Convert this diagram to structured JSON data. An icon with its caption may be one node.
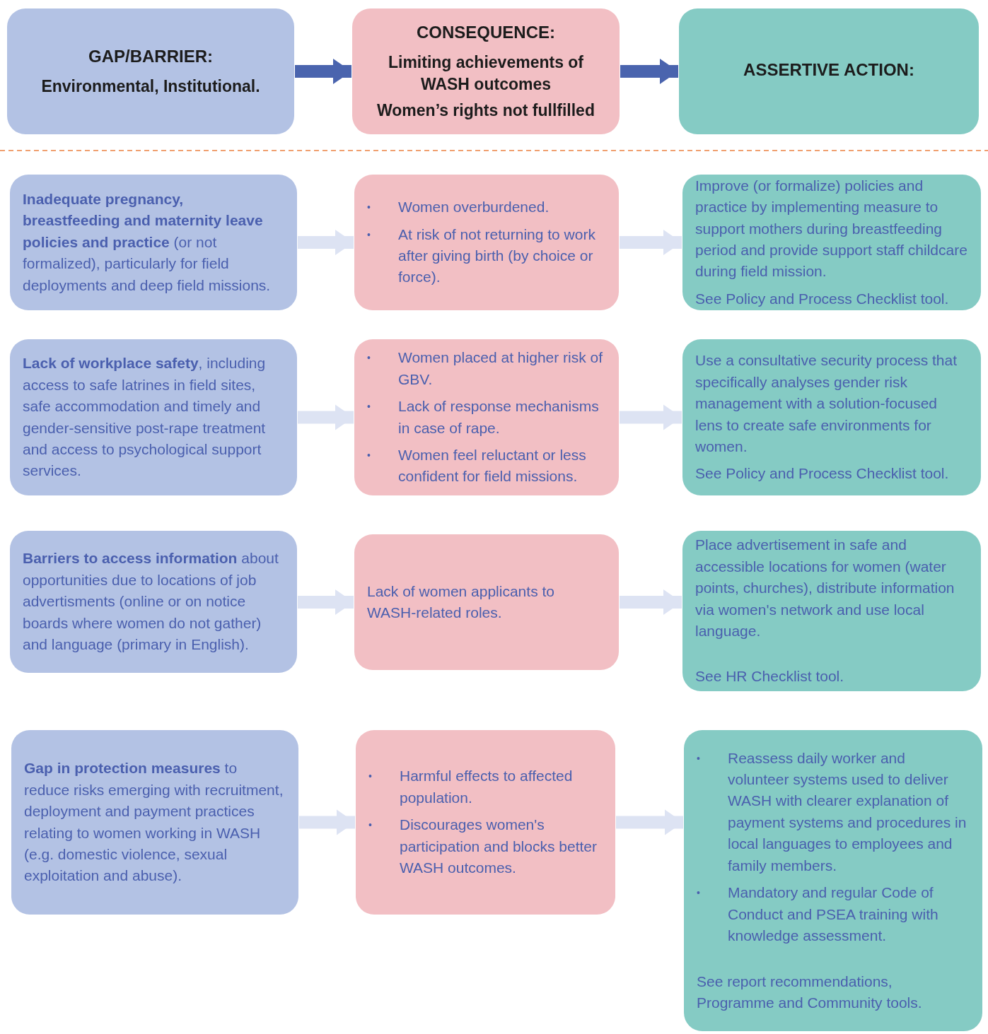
{
  "diagram": {
    "nodes": [
      {
        "text": [
          "GAP/BARRIER:",
          "Environmental, Institutional."
        ]
      },
      {
        "text": [
          "CONSEQUENCE:",
          "Limiting achievements of WASH outcomes",
          "Women’s rights not fullfilled"
        ]
      },
      {
        "text": [
          "ASSERTIVE ACTION:"
        ]
      },
      {
        "text": [
          "**Inadequate pregnancy, breastfeeding and maternity leave policies and practice** (or not formalized), particularly for field deployments and deep field missions."
        ]
      },
      {
        "text": [
          "•",
          "Women overburdened.",
          "•",
          "At risk of not returning to work after giving birth (by choice or force)."
        ]
      },
      {
        "text": [
          "Improve (or formalize) policies and practice by implementing measure to support mothers during breastfeeding period and provide support staff childcare during field mission.",
          "See Policy and Process Checklist tool."
        ]
      },
      {
        "text": [
          "**Lack of workplace safety**, including access to safe latrines in field sites, safe accommodation and timely and gender-sensitive post-rape treatment and access to psychological support services."
        ]
      },
      {
        "text": [
          "•",
          "Women placed at higher risk of GBV.",
          "•",
          "Lack of response mechanisms in case of rape.",
          "•",
          "Women feel reluctant or less confident for field missions."
        ]
      },
      {
        "text": [
          "Use a consultative security process that specifically analyses gender risk management with a solution-focused lens to create safe environments for women.",
          "See Policy and Process Checklist tool."
        ]
      },
      {
        "text": [
          "**Barriers to access information** about opportunities due to locations of job advertisments (online or on notice boards where women do not gather) and language (primary in English)."
        ]
      },
      {
        "text": [
          "Lack of women applicants to WASH-related roles."
        ]
      },
      {
        "text": [
          "Place advertisement in safe and accessible locations for women (water points, churches), distribute information via women's network and use local language.",
          "See HR Checklist tool."
        ]
      },
      {
        "text": [
          "**Gap in protection measures** to reduce risks emerging with recruitment, deployment and payment practices relating to women working in WASH (e.g. domestic violence, sexual exploitation and abuse)."
        ]
      },
      {
        "text": [
          "•",
          "Harmful effects to affected population.",
          "•",
          "Discourages women's participation and blocks better WASH outcomes."
        ]
      },
      {
        "text": [
          "•",
          "Reassess daily worker and volunteer systems used to deliver WASH with clearer explanation of payment systems and procedures in local languages to employees and family members.",
          "•",
          "Mandatory and regular Code of Conduct and PSEA training with knowledge assessment.",
          "See report recommendations, Programme and Community tools."
        ]
      }
    ],
    "edges": [
      {
        "from": 0,
        "to": 1,
        "arrow": "to",
        "color": "#4a64ae"
      },
      {
        "from": 1,
        "to": 2,
        "arrow": "to",
        "color": "#4a64ae"
      },
      {
        "from": 3,
        "to": 4,
        "arrow": "to"
      },
      {
        "from": 4,
        "to": 5,
        "arrow": "to"
      },
      {
        "from": 6,
        "to": 7,
        "arrow": "to"
      },
      {
        "from": 7,
        "to": 8,
        "arrow": "to"
      },
      {
        "from": 9,
        "to": 10,
        "arrow": "to"
      },
      {
        "from": 10,
        "to": 11,
        "arrow": "to"
      },
      {
        "from": 12,
        "to": 13,
        "arrow": "to"
      },
      {
        "from": 13,
        "to": 14,
        "arrow": "to"
      }
    ]
  }
}
